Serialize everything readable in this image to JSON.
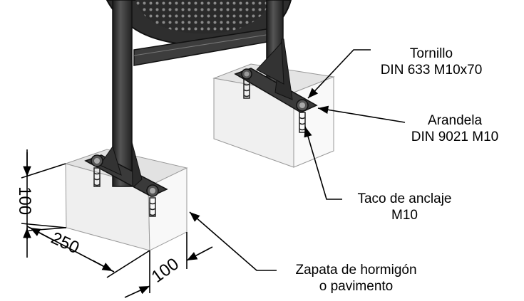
{
  "callouts": {
    "tornillo": {
      "line1": "Tornillo",
      "line2": "DIN 633 M10x70"
    },
    "arandela": {
      "line1": "Arandela",
      "line2": "DIN 9021 M10"
    },
    "taco": {
      "line1": "Taco de anclaje",
      "line2": "M10"
    },
    "zapata": {
      "line1": "Zapata de hormigón",
      "line2": "o pavimento"
    }
  },
  "dimensions": {
    "height": "100",
    "length": "250",
    "width": "100"
  },
  "colors": {
    "steel": "#3b3b3b",
    "steel_dark": "#1e1e1e",
    "concrete_front": "#efefef",
    "concrete_side": "#f8f8f8",
    "concrete_top": "#e2e2e2"
  }
}
